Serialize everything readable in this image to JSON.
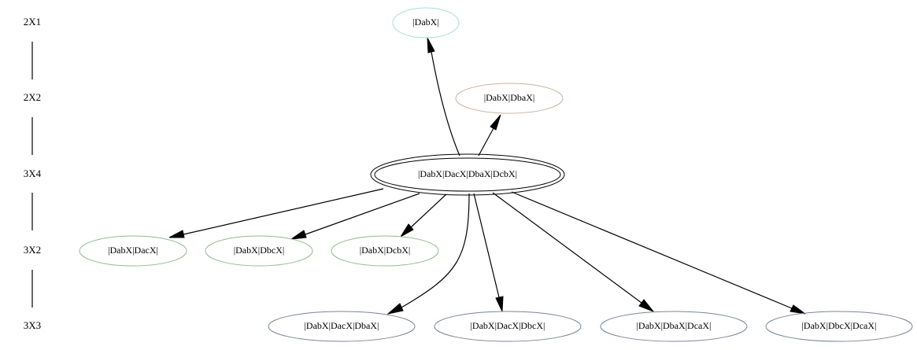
{
  "ranks": [
    "2X1",
    "2X2",
    "3X4",
    "3X2",
    "3X3"
  ],
  "nodes": [
    {
      "id": "n_dabx",
      "label": "|DabX|",
      "color": "#aadddd",
      "peripheries": 1
    },
    {
      "id": "n_dabx_dbax",
      "label": "|DabX|DbaX|",
      "color": "#c8b4a0",
      "peripheries": 1
    },
    {
      "id": "n_center",
      "label": "|DabX|DacX|DbaX|DcbX|",
      "color": "#000000",
      "peripheries": 2
    },
    {
      "id": "n_dabx_dacx",
      "label": "|DabX|DacX|",
      "color": "#8fbc8f",
      "peripheries": 1
    },
    {
      "id": "n_dabx_dbcx",
      "label": "|DabX|DbcX|",
      "color": "#8fbc8f",
      "peripheries": 1
    },
    {
      "id": "n_dabx_dcbx",
      "label": "|DabX|DcbX|",
      "color": "#8fbc8f",
      "peripheries": 1
    },
    {
      "id": "n_dabx_dacx_dbax",
      "label": "|DabX|DacX|DbaX|",
      "color": "#778899",
      "peripheries": 1
    },
    {
      "id": "n_dabx_dacx_dbcx",
      "label": "|DabX|DacX|DbcX|",
      "color": "#778899",
      "peripheries": 1
    },
    {
      "id": "n_dabx_dbax_dcax",
      "label": "|DabX|DbaX|DcaX|",
      "color": "#778899",
      "peripheries": 1
    },
    {
      "id": "n_dabx_dbcx_dcax",
      "label": "|DabX|DbcX|DcaX|",
      "color": "#778899",
      "peripheries": 1
    }
  ],
  "edges": [
    {
      "from": "n_center",
      "to": "n_dabx"
    },
    {
      "from": "n_center",
      "to": "n_dabx_dbax"
    },
    {
      "from": "n_center",
      "to": "n_dabx_dacx"
    },
    {
      "from": "n_center",
      "to": "n_dabx_dbcx"
    },
    {
      "from": "n_center",
      "to": "n_dabx_dcbx"
    },
    {
      "from": "n_center",
      "to": "n_dabx_dacx_dbax"
    },
    {
      "from": "n_center",
      "to": "n_dabx_dacx_dbcx"
    },
    {
      "from": "n_center",
      "to": "n_dabx_dbax_dcax"
    },
    {
      "from": "n_center",
      "to": "n_dabx_dbcx_dcax"
    }
  ]
}
